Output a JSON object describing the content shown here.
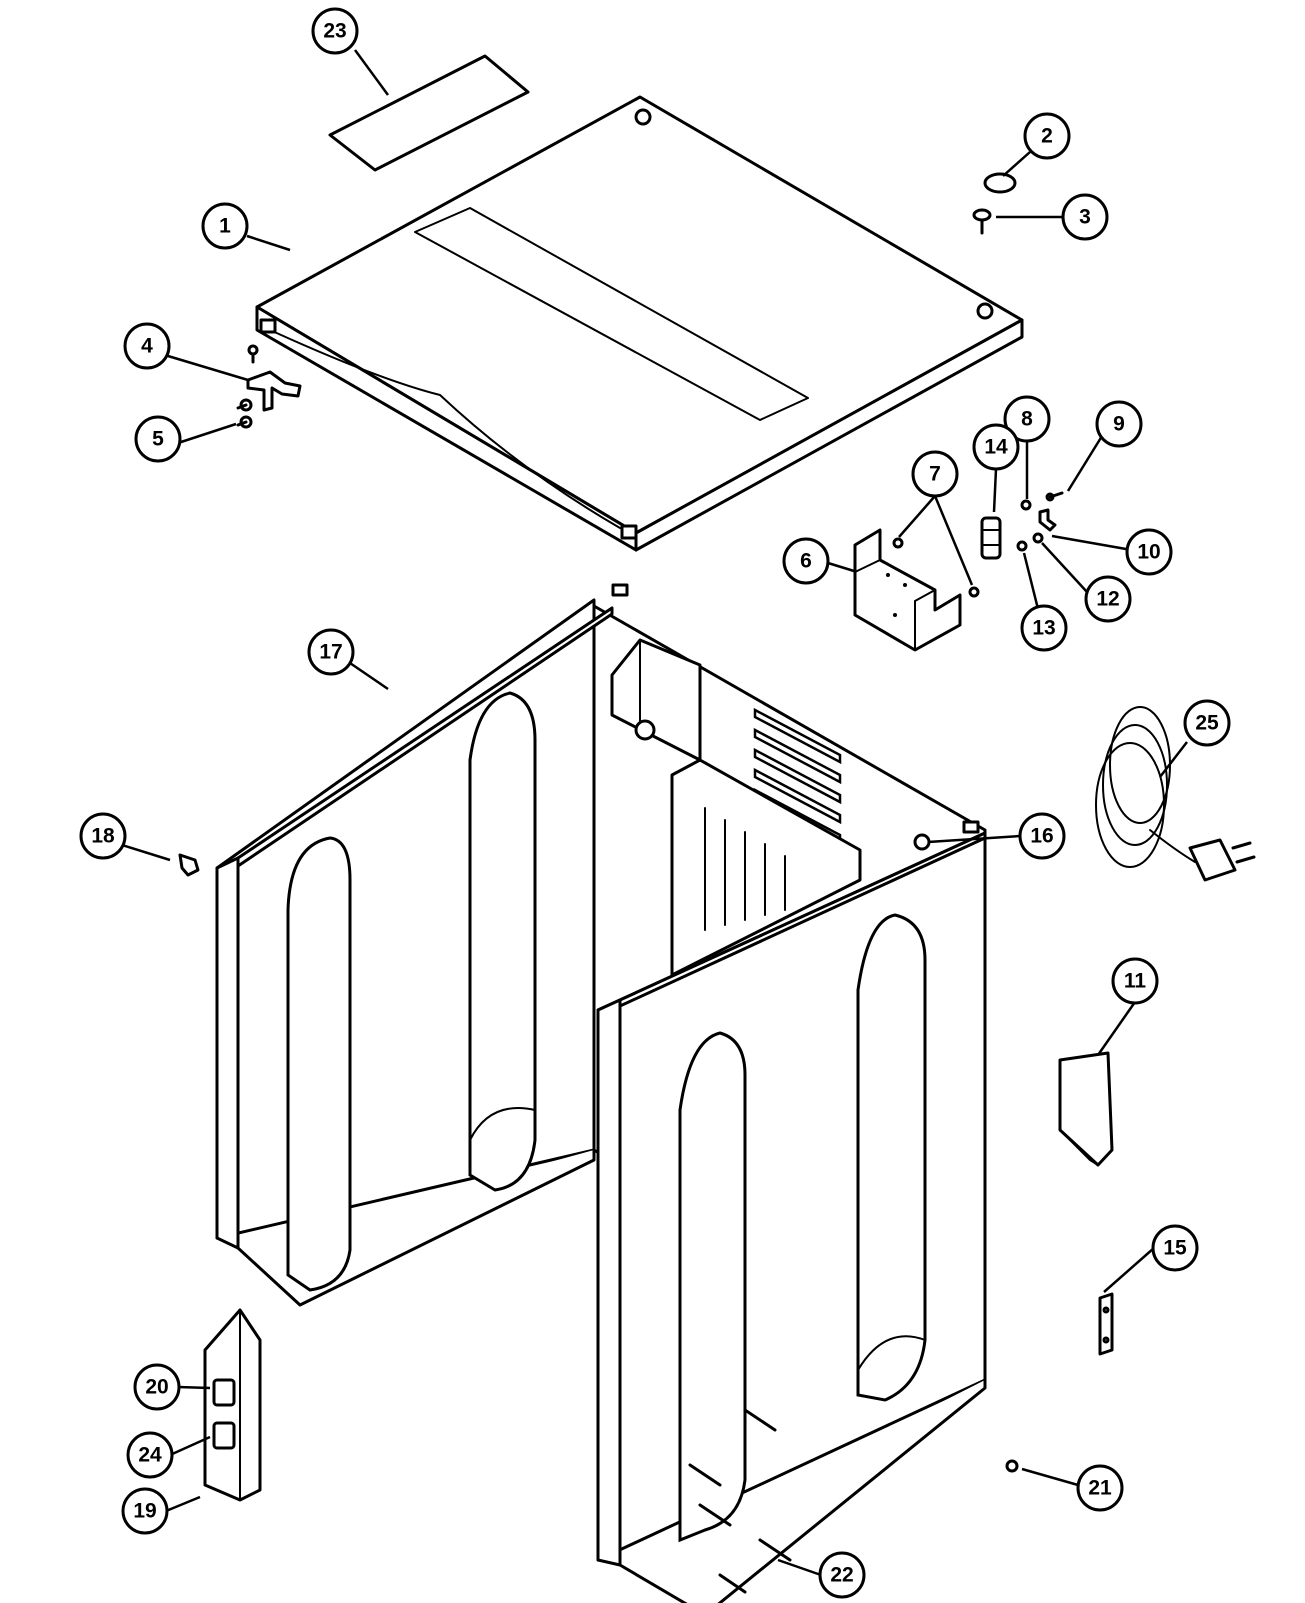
{
  "colors": {
    "line": "#000000",
    "paper": "#ffffff"
  },
  "callouts": [
    {
      "id": "callout-1",
      "label": "1"
    },
    {
      "id": "callout-2",
      "label": "2"
    },
    {
      "id": "callout-3",
      "label": "3"
    },
    {
      "id": "callout-4",
      "label": "4"
    },
    {
      "id": "callout-5",
      "label": "5"
    },
    {
      "id": "callout-6",
      "label": "6"
    },
    {
      "id": "callout-7",
      "label": "7"
    },
    {
      "id": "callout-8",
      "label": "8"
    },
    {
      "id": "callout-9",
      "label": "9"
    },
    {
      "id": "callout-10",
      "label": "10"
    },
    {
      "id": "callout-11",
      "label": "11"
    },
    {
      "id": "callout-12",
      "label": "12"
    },
    {
      "id": "callout-13",
      "label": "13"
    },
    {
      "id": "callout-14",
      "label": "14"
    },
    {
      "id": "callout-15",
      "label": "15"
    },
    {
      "id": "callout-16",
      "label": "16"
    },
    {
      "id": "callout-17",
      "label": "17"
    },
    {
      "id": "callout-18",
      "label": "18"
    },
    {
      "id": "callout-19",
      "label": "19"
    },
    {
      "id": "callout-20",
      "label": "20"
    },
    {
      "id": "callout-21",
      "label": "21"
    },
    {
      "id": "callout-22",
      "label": "22"
    },
    {
      "id": "callout-23",
      "label": "23"
    },
    {
      "id": "callout-24",
      "label": "24"
    },
    {
      "id": "callout-25",
      "label": "25"
    }
  ]
}
